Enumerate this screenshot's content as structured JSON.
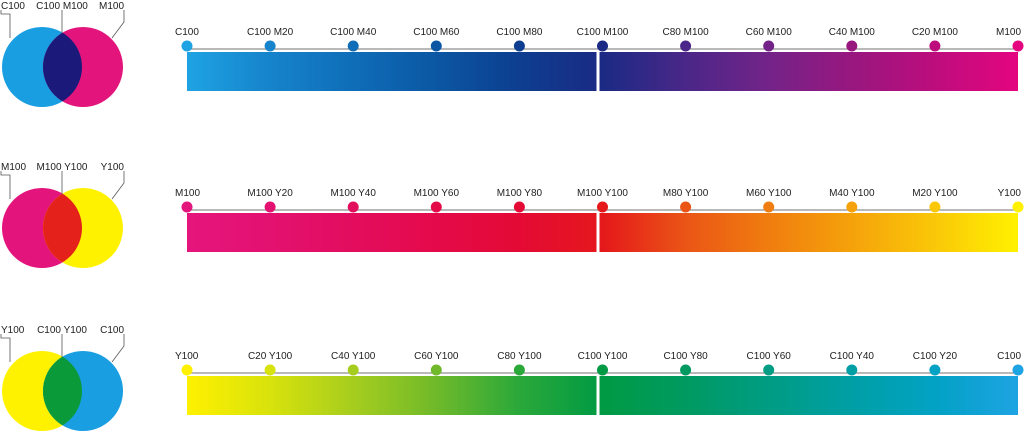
{
  "rows": [
    {
      "venn": {
        "left": {
          "label": "C100",
          "color": "#1a9ee2"
        },
        "overlap": {
          "label": "C100 M100",
          "color": "#1b1a7b"
        },
        "right": {
          "label": "M100",
          "color": "#e4147d"
        }
      },
      "bar": {
        "stops": [
          {
            "label": "C100",
            "color": "#1ea3e3"
          },
          {
            "label": "C100 M20",
            "color": "#1683cb"
          },
          {
            "label": "C100 M40",
            "color": "#0f6db8"
          },
          {
            "label": "C100 M60",
            "color": "#0b57a3"
          },
          {
            "label": "C100 M80",
            "color": "#0d3e8f"
          },
          {
            "label": "C100 M100",
            "color": "#1b2a84"
          },
          {
            "label": "C80 M100",
            "color": "#4a2788"
          },
          {
            "label": "C60 M100",
            "color": "#732388"
          },
          {
            "label": "C40 M100",
            "color": "#98177f"
          },
          {
            "label": "C20 M100",
            "color": "#bd0d7d"
          },
          {
            "label": "M100",
            "color": "#e4057f"
          }
        ]
      }
    },
    {
      "venn": {
        "left": {
          "label": "M100",
          "color": "#e4147d"
        },
        "overlap": {
          "label": "M100 Y100",
          "color": "#e5211b"
        },
        "right": {
          "label": "Y100",
          "color": "#fff200"
        }
      },
      "bar": {
        "stops": [
          {
            "label": "M100",
            "color": "#e4157c"
          },
          {
            "label": "M100 Y20",
            "color": "#e31170"
          },
          {
            "label": "M100 Y40",
            "color": "#e30d5e"
          },
          {
            "label": "M100 Y60",
            "color": "#e40a4a"
          },
          {
            "label": "M100 Y80",
            "color": "#e40a35"
          },
          {
            "label": "M100 Y100",
            "color": "#e5181b"
          },
          {
            "label": "M80 Y100",
            "color": "#ea5516"
          },
          {
            "label": "M60 Y100",
            "color": "#f07d0f"
          },
          {
            "label": "M40 Y100",
            "color": "#f5a20a"
          },
          {
            "label": "M20 Y100",
            "color": "#fac808"
          },
          {
            "label": "Y100",
            "color": "#fff100"
          }
        ]
      }
    },
    {
      "venn": {
        "left": {
          "label": "Y100",
          "color": "#fff200"
        },
        "overlap": {
          "label": "C100 Y100",
          "color": "#0a9a3a"
        },
        "right": {
          "label": "C100",
          "color": "#1a9ee2"
        }
      },
      "bar": {
        "stops": [
          {
            "label": "Y100",
            "color": "#fff100"
          },
          {
            "label": "C20 Y100",
            "color": "#d8e20c"
          },
          {
            "label": "C40 Y100",
            "color": "#a6cd1e"
          },
          {
            "label": "C60 Y100",
            "color": "#6fb92a"
          },
          {
            "label": "C80 Y100",
            "color": "#2aa83a"
          },
          {
            "label": "C100 Y100",
            "color": "#009a44"
          },
          {
            "label": "C100 Y80",
            "color": "#009a61"
          },
          {
            "label": "C100 Y60",
            "color": "#009c83"
          },
          {
            "label": "C100 Y40",
            "color": "#009fa5"
          },
          {
            "label": "C100 Y20",
            "color": "#02a2c4"
          },
          {
            "label": "C100",
            "color": "#1ea3e3"
          }
        ]
      }
    }
  ]
}
